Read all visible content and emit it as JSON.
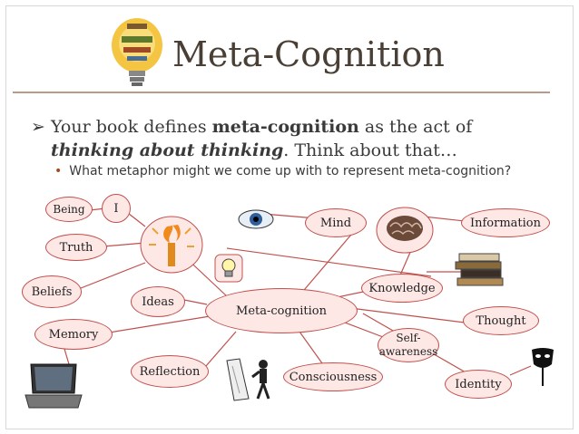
{
  "slide": {
    "title": "Meta-Cognition",
    "bullet_pre": "Your book defines ",
    "bullet_bold": "meta-cognition",
    "bullet_mid": " as the act of ",
    "bullet_italic1": "thinking about thinking",
    "bullet_post": ".  Think about that…",
    "sub_bullet": "What metaphor might we come up with to represent meta-cognition?",
    "accent_color": "#c0504d",
    "fill_color": "#fde8e6"
  },
  "nodes": {
    "being": "Being",
    "i": "I",
    "truth": "Truth",
    "beliefs": "Beliefs",
    "memory": "Memory",
    "ideas": "Ideas",
    "meta": "Meta-cognition",
    "mind": "Mind",
    "information": "Information",
    "knowledge": "Knowledge",
    "thought": "Thought",
    "self": "Self-awareness",
    "reflection": "Reflection",
    "consciousness": "Consciousness",
    "identity": "Identity"
  },
  "icons": [
    "lightbulb-icon",
    "torch-icon",
    "eye-icon",
    "brain-icon",
    "small-bulb-icon",
    "books-icon",
    "laptop-icon",
    "mirror-icon",
    "mask-icon"
  ]
}
